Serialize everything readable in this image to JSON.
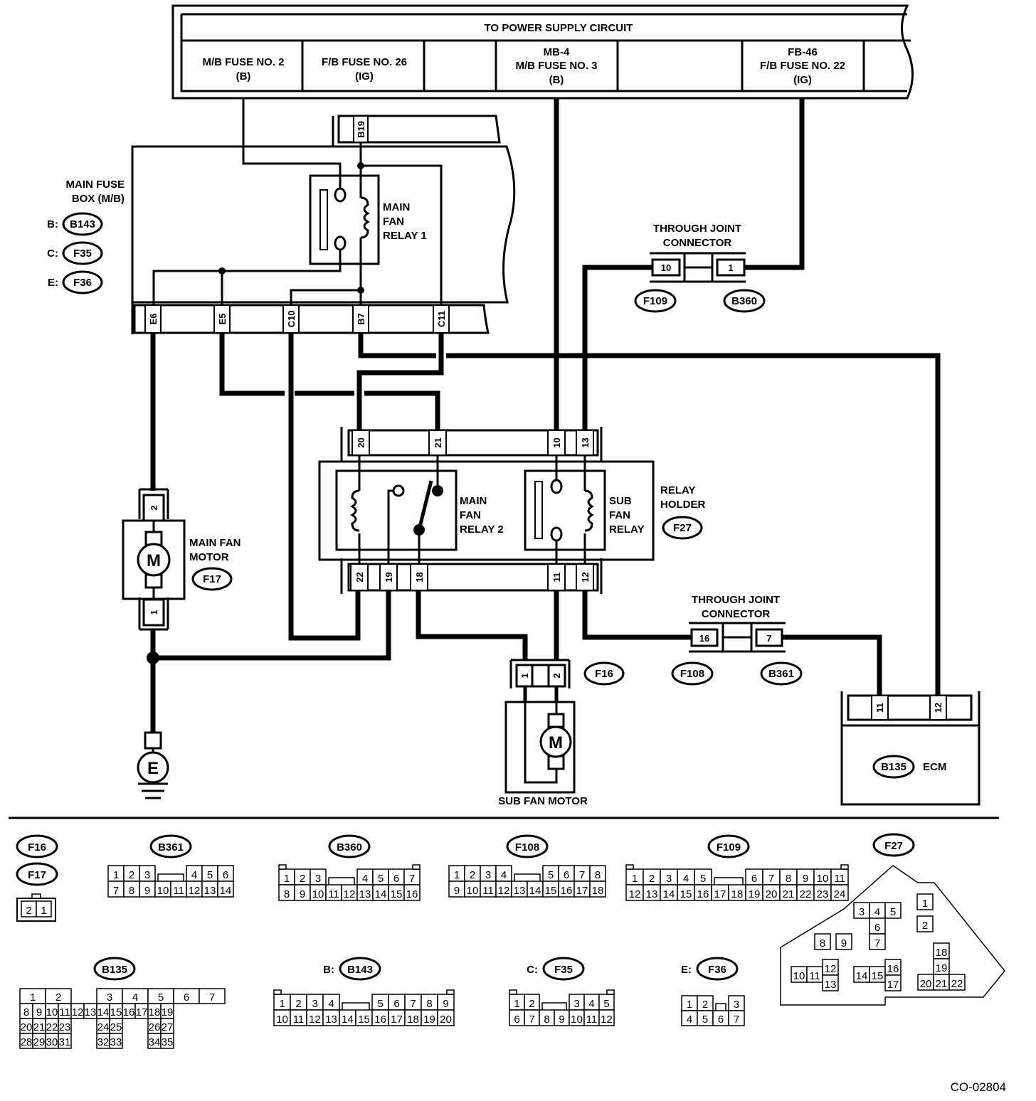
{
  "diagram": {
    "title": "Radiator fan control wiring diagram",
    "drawing_id": "CO-02804",
    "power_supply": {
      "header": "TO POWER SUPPLY CIRCUIT",
      "cells": [
        {
          "lines": [
            "M/B FUSE NO. 2",
            "(B)"
          ]
        },
        {
          "lines": [
            "F/B FUSE NO. 26",
            "(IG)"
          ]
        },
        {
          "lines": []
        },
        {
          "lines": [
            "MB-4",
            "M/B FUSE NO. 3",
            "(B)"
          ]
        },
        {
          "lines": []
        },
        {
          "lines": [
            "FB-46",
            "F/B FUSE NO. 22",
            "(IG)"
          ]
        },
        {
          "lines": []
        }
      ]
    },
    "main_fuse_box": {
      "label_lines": [
        "MAIN FUSE",
        "BOX (M/B)"
      ],
      "connectors": [
        {
          "prefix": "B:",
          "id": "B143"
        },
        {
          "prefix": "C:",
          "id": "F35"
        },
        {
          "prefix": "E:",
          "id": "F36"
        }
      ],
      "top_terminal": "B19",
      "bottom_terminals": [
        "E6",
        "E5",
        "C10",
        "B7",
        "C11"
      ],
      "relay_label": [
        "MAIN",
        "FAN",
        "RELAY 1"
      ]
    },
    "relay_holder": {
      "label_lines": [
        "RELAY",
        "HOLDER"
      ],
      "connector": "F27",
      "top_terminals": [
        "20",
        "21",
        "10",
        "13"
      ],
      "bottom_terminals": [
        "22",
        "19",
        "18",
        "11",
        "12"
      ],
      "main_relay_label": [
        "MAIN",
        "FAN",
        "RELAY 2"
      ],
      "sub_relay_label": [
        "SUB",
        "FAN",
        "RELAY"
      ]
    },
    "main_fan_motor": {
      "label_lines": [
        "MAIN FAN",
        "MOTOR"
      ],
      "connector": "F17",
      "terminals": [
        "2",
        "1"
      ],
      "symbol": "M"
    },
    "sub_fan_motor": {
      "label": "SUB FAN MOTOR",
      "connector": "F16",
      "terminals": [
        "1",
        "2"
      ],
      "symbol": "M"
    },
    "joint_connector_top": {
      "label_lines": [
        "THROUGH JOINT",
        "CONNECTOR"
      ],
      "left_pin": "10",
      "right_pin": "1",
      "left_connector": "F109",
      "right_connector": "B360"
    },
    "joint_connector_bottom": {
      "label_lines": [
        "THROUGH JOINT",
        "CONNECTOR"
      ],
      "left_pin": "16",
      "right_pin": "7",
      "left_connector": "F108",
      "right_connector": "B361"
    },
    "ecm": {
      "label": "ECM",
      "connector": "B135",
      "terminals": [
        "11",
        "12"
      ]
    },
    "ground": {
      "symbol": "E"
    }
  },
  "connector_views": {
    "F16_F17": {
      "ids": [
        "F16",
        "F17"
      ],
      "rows": [
        [
          "2",
          "1"
        ]
      ]
    },
    "B361": {
      "id": "B361",
      "rows": [
        [
          "1",
          "2",
          "3",
          "",
          "4",
          "5",
          "6"
        ],
        [
          "7",
          "8",
          "9",
          "10",
          "11",
          "12",
          "13",
          "14"
        ]
      ]
    },
    "B360": {
      "id": "B360",
      "rows": [
        [
          "1",
          "2",
          "3",
          "",
          "4",
          "5",
          "6",
          "7"
        ],
        [
          "8",
          "9",
          "10",
          "11",
          "12",
          "13",
          "14",
          "15",
          "16"
        ]
      ]
    },
    "F108": {
      "id": "F108",
      "rows": [
        [
          "1",
          "2",
          "3",
          "4",
          "",
          "5",
          "6",
          "7",
          "8"
        ],
        [
          "9",
          "10",
          "11",
          "12",
          "13",
          "14",
          "15",
          "16",
          "17",
          "18"
        ]
      ]
    },
    "F109": {
      "id": "F109",
      "rows": [
        [
          "1",
          "2",
          "3",
          "4",
          "5",
          "",
          "6",
          "7",
          "8",
          "9",
          "10",
          "11"
        ],
        [
          "12",
          "13",
          "14",
          "15",
          "16",
          "17",
          "18",
          "19",
          "20",
          "21",
          "22",
          "23",
          "24"
        ]
      ]
    },
    "F27": {
      "id": "F27",
      "pins": [
        "1",
        "2",
        "3",
        "4",
        "5",
        "6",
        "7",
        "8",
        "9",
        "10",
        "11",
        "12",
        "13",
        "14",
        "15",
        "16",
        "17",
        "18",
        "19",
        "20",
        "21",
        "22"
      ]
    },
    "B135": {
      "id": "B135",
      "rows": [
        [
          "1",
          "2",
          "",
          "3",
          "4",
          "5",
          "6",
          "7"
        ],
        [
          "8",
          "9",
          "10",
          "11",
          "12",
          "13",
          "14",
          "15",
          "16",
          "17",
          "18",
          "19"
        ],
        [
          "20",
          "21",
          "22",
          "23",
          "24",
          "25",
          "26",
          "27"
        ],
        [
          "28",
          "29",
          "30",
          "31",
          "32",
          "33",
          "34",
          "35"
        ]
      ]
    },
    "B143": {
      "prefix": "B:",
      "id": "B143",
      "rows": [
        [
          "1",
          "2",
          "3",
          "4",
          "",
          "5",
          "6",
          "7",
          "8",
          "9"
        ],
        [
          "10",
          "11",
          "12",
          "13",
          "14",
          "15",
          "16",
          "17",
          "18",
          "19",
          "20"
        ]
      ]
    },
    "F35": {
      "prefix": "C:",
      "id": "F35",
      "rows": [
        [
          "1",
          "2",
          "",
          "3",
          "4",
          "5"
        ],
        [
          "6",
          "7",
          "8",
          "9",
          "10",
          "11",
          "12"
        ]
      ]
    },
    "F36": {
      "prefix": "E:",
      "id": "F36",
      "rows": [
        [
          "1",
          "2",
          "",
          "3"
        ],
        [
          "4",
          "5",
          "6",
          "7"
        ]
      ]
    }
  }
}
